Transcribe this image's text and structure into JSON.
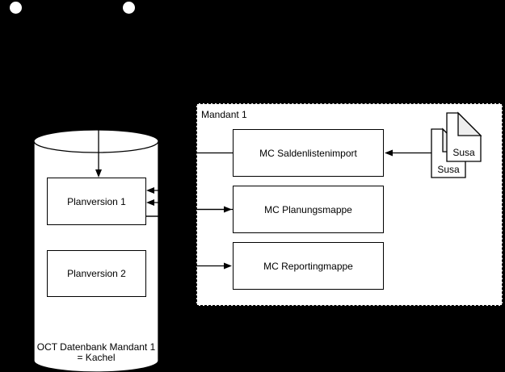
{
  "scene": {
    "background": "#000000",
    "bullet_dot_count": 2
  },
  "database": {
    "caption_line1": "OCT Datenbank Mandant 1",
    "caption_line2": "= Kachel",
    "nodes": [
      {
        "label": "Planversion 1"
      },
      {
        "label": "Planversion 2"
      }
    ]
  },
  "container": {
    "label": "Mandant 1",
    "nodes": [
      {
        "label": "MC Saldenlistenimport"
      },
      {
        "label": "MC Planungsmappe"
      },
      {
        "label": "MC Reportingmappe"
      }
    ]
  },
  "documents": [
    {
      "label": "Susa"
    },
    {
      "label": "Susa"
    }
  ],
  "colors": {
    "background": "#000000",
    "shape_fill": "#ffffff",
    "stroke": "#000000",
    "document_fold": "#eeeeee"
  }
}
